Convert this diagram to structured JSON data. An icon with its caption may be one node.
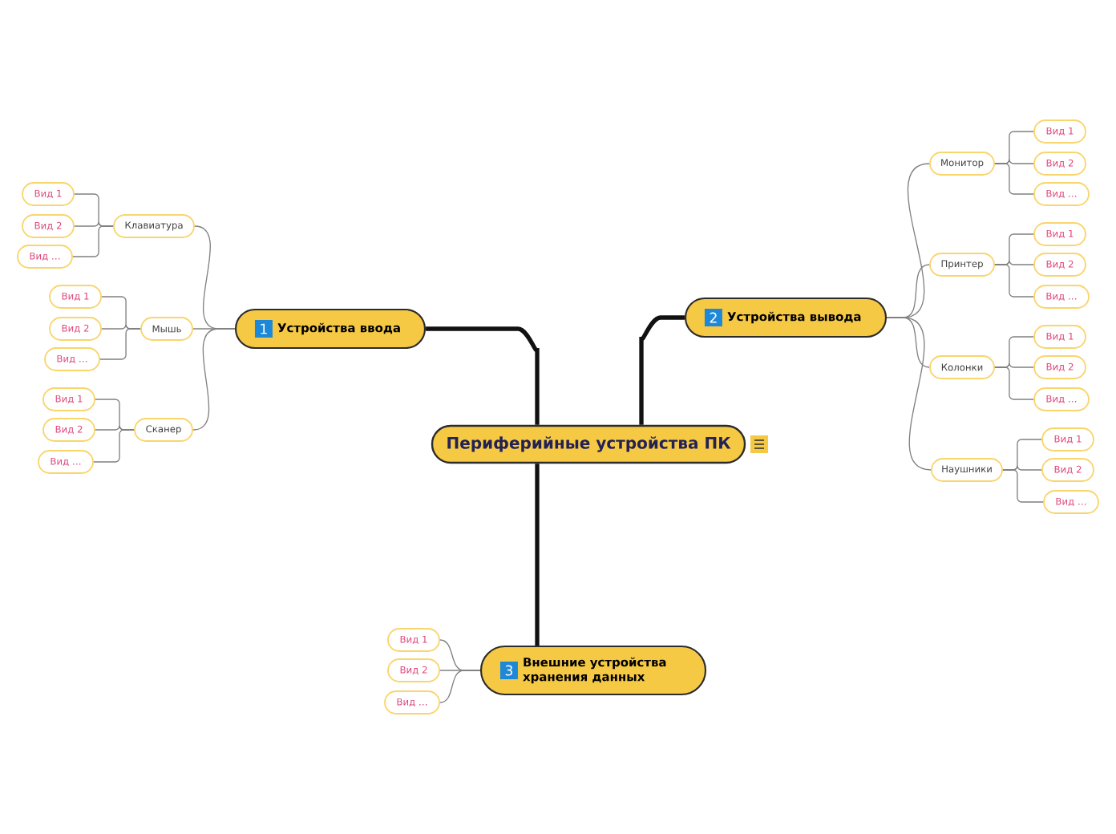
{
  "diagram": {
    "nodes": [
      {
        "text": [
          "Периферийные устройства ПК"
        ]
      },
      {
        "text": [
          "1",
          "Устройства ввода"
        ]
      },
      {
        "text": [
          "Клавиатура"
        ]
      },
      {
        "text": [
          "Вид 1"
        ]
      },
      {
        "text": [
          "Вид 2"
        ]
      },
      {
        "text": [
          "Вид …"
        ]
      },
      {
        "text": [
          "Мышь"
        ]
      },
      {
        "text": [
          "Вид 1"
        ]
      },
      {
        "text": [
          "Вид 2"
        ]
      },
      {
        "text": [
          "Вид …"
        ]
      },
      {
        "text": [
          "Сканер"
        ]
      },
      {
        "text": [
          "Вид 1"
        ]
      },
      {
        "text": [
          "Вид 2"
        ]
      },
      {
        "text": [
          "Вид …"
        ]
      },
      {
        "text": [
          "2",
          "Устройства вывода"
        ]
      },
      {
        "text": [
          "Монитор"
        ]
      },
      {
        "text": [
          "Вид 1"
        ]
      },
      {
        "text": [
          "Вид 2"
        ]
      },
      {
        "text": [
          "Вид …"
        ]
      },
      {
        "text": [
          "Принтер"
        ]
      },
      {
        "text": [
          "Вид 1"
        ]
      },
      {
        "text": [
          "Вид 2"
        ]
      },
      {
        "text": [
          "Вид …"
        ]
      },
      {
        "text": [
          "Колонки"
        ]
      },
      {
        "text": [
          "Вид 1"
        ]
      },
      {
        "text": [
          "Вид 2"
        ]
      },
      {
        "text": [
          "Вид …"
        ]
      },
      {
        "text": [
          "Наушники"
        ]
      },
      {
        "text": [
          "Вид 1"
        ]
      },
      {
        "text": [
          "Вид 2"
        ]
      },
      {
        "text": [
          "Вид …"
        ]
      },
      {
        "text": [
          "3",
          "Внешние устройства хранения данных"
        ]
      },
      {
        "text": [
          "Вид 1"
        ]
      },
      {
        "text": [
          "Вид 2"
        ]
      },
      {
        "text": [
          "Вид …"
        ]
      }
    ],
    "edges": [
      {
        "from": 0,
        "to": 1,
        "arrow": "none",
        "style": "thick",
        "color": "#111111"
      },
      {
        "from": 0,
        "to": 14,
        "arrow": "none",
        "style": "thick",
        "color": "#111111"
      },
      {
        "from": 0,
        "to": 31,
        "arrow": "none",
        "style": "thick",
        "color": "#111111"
      },
      {
        "from": 1,
        "to": 2,
        "arrow": "none"
      },
      {
        "from": 1,
        "to": 6,
        "arrow": "none"
      },
      {
        "from": 1,
        "to": 10,
        "arrow": "none"
      },
      {
        "from": 2,
        "to": 3,
        "arrow": "none"
      },
      {
        "from": 2,
        "to": 4,
        "arrow": "none"
      },
      {
        "from": 2,
        "to": 5,
        "arrow": "none"
      },
      {
        "from": 6,
        "to": 7,
        "arrow": "none"
      },
      {
        "from": 6,
        "to": 8,
        "arrow": "none"
      },
      {
        "from": 6,
        "to": 9,
        "arrow": "none"
      },
      {
        "from": 10,
        "to": 11,
        "arrow": "none"
      },
      {
        "from": 10,
        "to": 12,
        "arrow": "none"
      },
      {
        "from": 10,
        "to": 13,
        "arrow": "none"
      },
      {
        "from": 14,
        "to": 15,
        "arrow": "none"
      },
      {
        "from": 14,
        "to": 19,
        "arrow": "none"
      },
      {
        "from": 14,
        "to": 23,
        "arrow": "none"
      },
      {
        "from": 14,
        "to": 27,
        "arrow": "none"
      },
      {
        "from": 15,
        "to": 16,
        "arrow": "none"
      },
      {
        "from": 15,
        "to": 17,
        "arrow": "none"
      },
      {
        "from": 15,
        "to": 18,
        "arrow": "none"
      },
      {
        "from": 19,
        "to": 20,
        "arrow": "none"
      },
      {
        "from": 19,
        "to": 21,
        "arrow": "none"
      },
      {
        "from": 19,
        "to": 22,
        "arrow": "none"
      },
      {
        "from": 23,
        "to": 24,
        "arrow": "none"
      },
      {
        "from": 23,
        "to": 25,
        "arrow": "none"
      },
      {
        "from": 23,
        "to": 26,
        "arrow": "none"
      },
      {
        "from": 27,
        "to": 28,
        "arrow": "none"
      },
      {
        "from": 27,
        "to": 29,
        "arrow": "none"
      },
      {
        "from": 27,
        "to": 30,
        "arrow": "none"
      },
      {
        "from": 31,
        "to": 32,
        "arrow": "none"
      },
      {
        "from": 31,
        "to": 33,
        "arrow": "none"
      },
      {
        "from": 31,
        "to": 34,
        "arrow": "none"
      }
    ]
  }
}
